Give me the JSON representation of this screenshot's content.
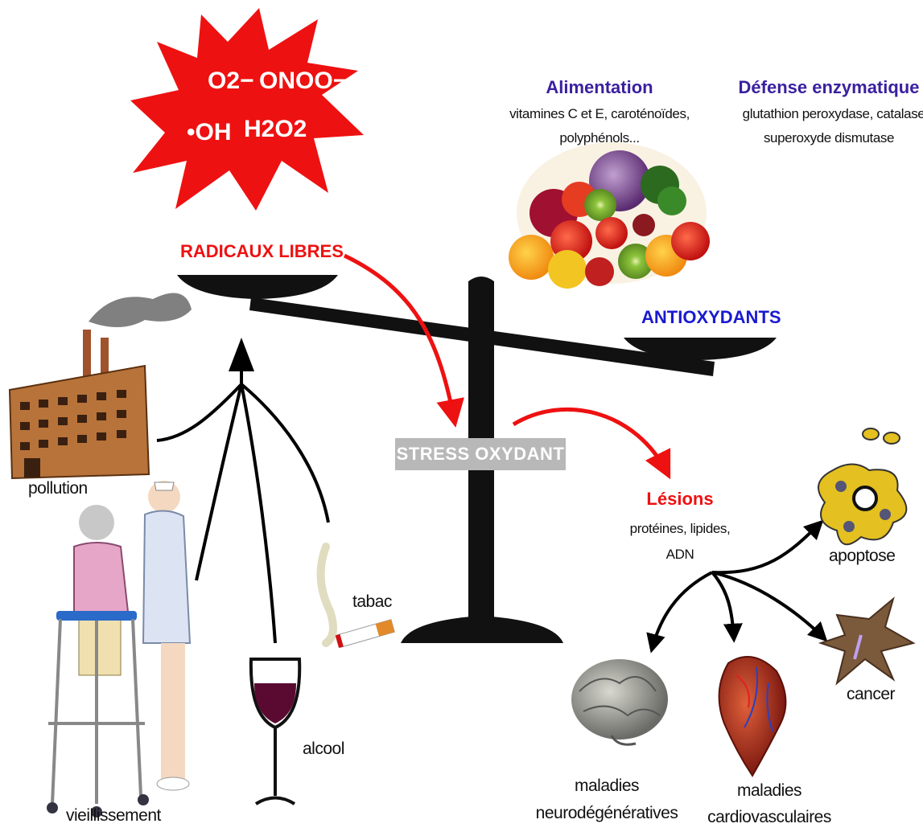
{
  "radicals": {
    "superoxide": "O2−",
    "peroxynitrite": "ONOO−",
    "hydroxyl": "•OH",
    "peroxide": "H2O2"
  },
  "labels": {
    "radicaux_libres": "RADICAUX LIBRES",
    "antioxydants": "ANTIOXYDANTS",
    "stress_oxydant": "STRESS OXYDANT",
    "alimentation_title": "Alimentation",
    "alimentation_line1": "vitamines C et E, caroténoïdes,",
    "alimentation_line2": "polyphénols...",
    "defense_title": "Défense enzymatique",
    "defense_line1": "glutathion peroxydase, catalase",
    "defense_line2": "superoxyde dismutase",
    "lesions_title": "Lésions",
    "lesions_line1": "protéines, lipides,",
    "lesions_line2": "ADN",
    "pollution": "pollution",
    "vieillissement": "vieillissement",
    "alcool": "alcool",
    "tabac": "tabac",
    "apoptose": "apoptose",
    "cancer": "cancer",
    "neuro_line1": "maladies",
    "neuro_line2": "neurodégénératives",
    "cardio_line1": "maladies",
    "cardio_line2": "cardiovasculaires"
  },
  "colors": {
    "red": "#ee1111",
    "blue": "#3a1fa0",
    "antiox_blue": "#1a1ad0",
    "black": "#000000",
    "stress_box": "#b8b8b8"
  }
}
